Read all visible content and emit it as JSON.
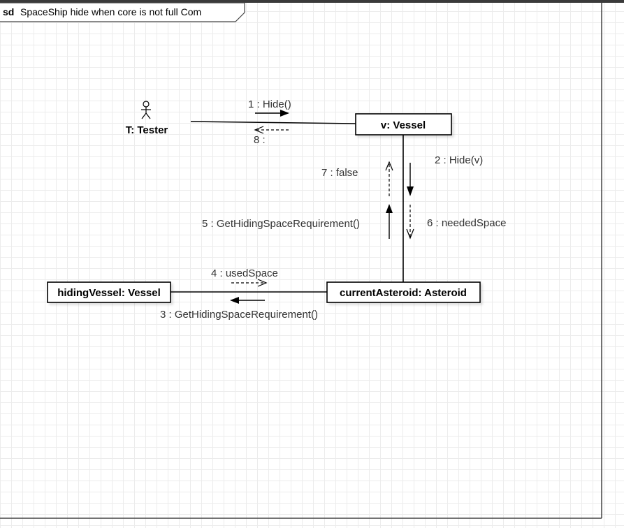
{
  "frame": {
    "keyword": "sd",
    "title": "SpaceShip hide when core is not full Com"
  },
  "actor": {
    "label": "T: Tester"
  },
  "objects": {
    "vessel": "v: Vessel",
    "asteroid": "currentAsteroid: Asteroid",
    "hiding_vessel": "hidingVessel: Vessel"
  },
  "messages": {
    "m1": "1 : Hide()",
    "m2": "2 : Hide(v)",
    "m3": "3 : GetHidingSpaceRequirement()",
    "m4": "4 : usedSpace",
    "m5": "5 : GetHidingSpaceRequirement()",
    "m6": "6 : neededSpace",
    "m7": "7 : false",
    "m8": "8 :"
  },
  "icons": {
    "actor": "stick-figure-icon"
  },
  "colors": {
    "line": "#000000",
    "label": "#333333",
    "grid": "#ececec",
    "top_bar": "#3a3a3a"
  }
}
